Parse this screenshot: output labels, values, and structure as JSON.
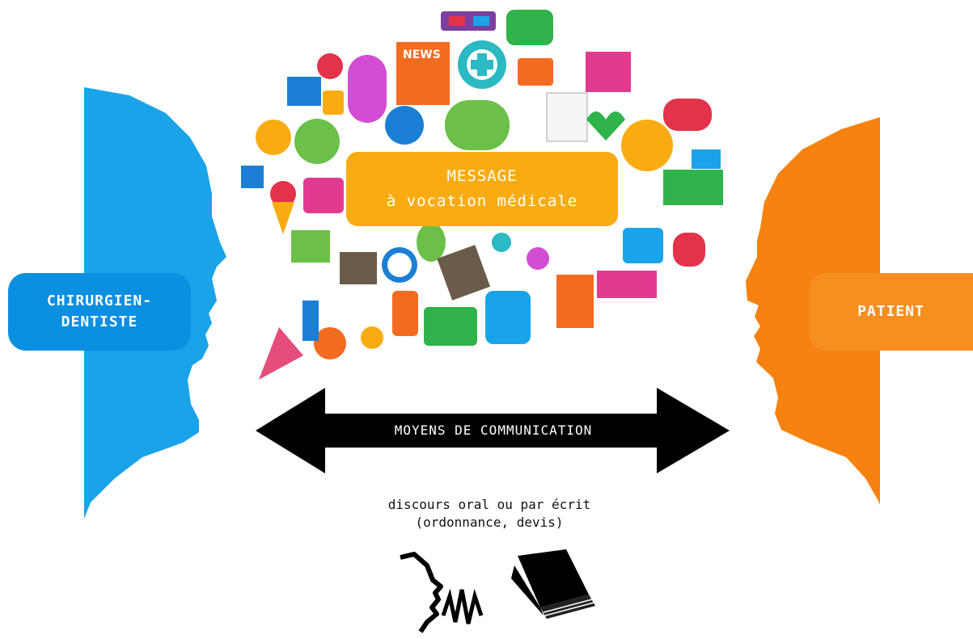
{
  "colors": {
    "dentist": "#1aa3e8",
    "dentist_label": "#0b8fe0",
    "patient": "#f7820f",
    "patient_label": "#f78f20",
    "message": "#f9ac12",
    "arrow": "#000000"
  },
  "diagram": {
    "dentist_label": "CHIRURGIEN-\nDENTISTE",
    "patient_label": "PATIENT",
    "message_line1": "MESSAGE",
    "message_line2": "à vocation médicale",
    "arrow_label": "MOYENS DE COMMUNICATION",
    "means_line1": "discours oral ou par écrit",
    "means_line2": "(ordonnance, devis)"
  },
  "bubble_icons": {
    "news_label": "NEWS"
  }
}
